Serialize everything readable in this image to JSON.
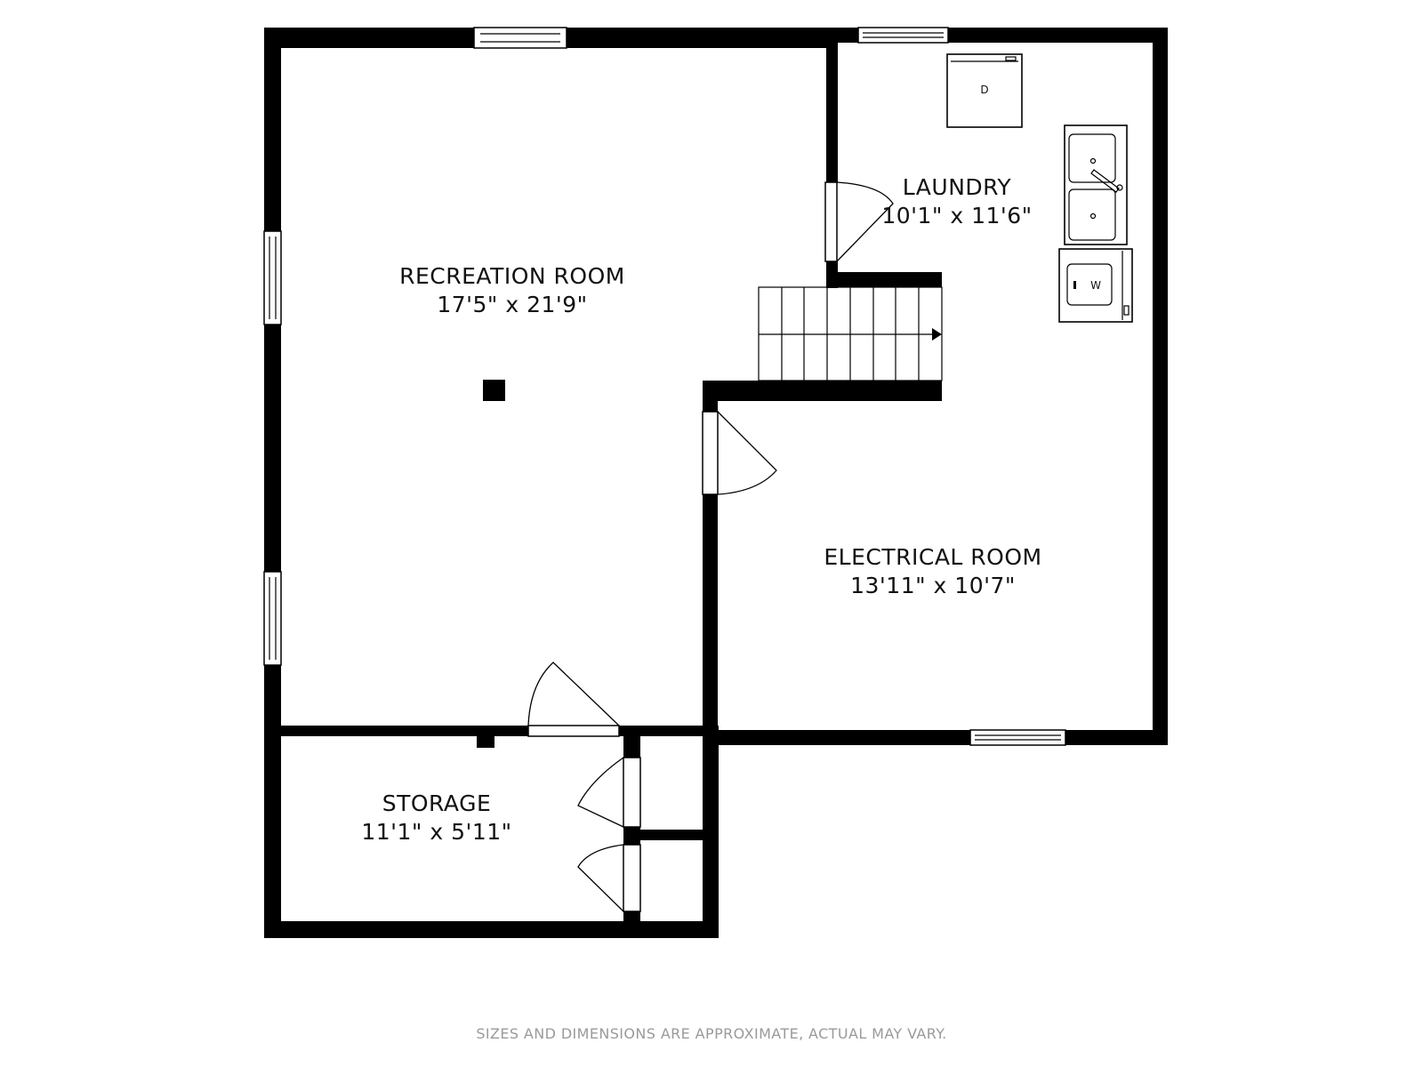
{
  "rooms": {
    "recreation": {
      "name": "RECREATION ROOM",
      "size": "17'5\" x 21'9\""
    },
    "laundry": {
      "name": "LAUNDRY",
      "size": "10'1\" x 11'6\""
    },
    "electrical": {
      "name": "ELECTRICAL ROOM",
      "size": "13'11\" x 10'7\""
    },
    "storage": {
      "name": "STORAGE",
      "size": "11'1\" x 5'11\""
    }
  },
  "appliances": {
    "dryer": "D",
    "washer": "W"
  },
  "footer": {
    "disclaimer": "SIZES AND DIMENSIONS ARE APPROXIMATE, ACTUAL MAY VARY."
  }
}
